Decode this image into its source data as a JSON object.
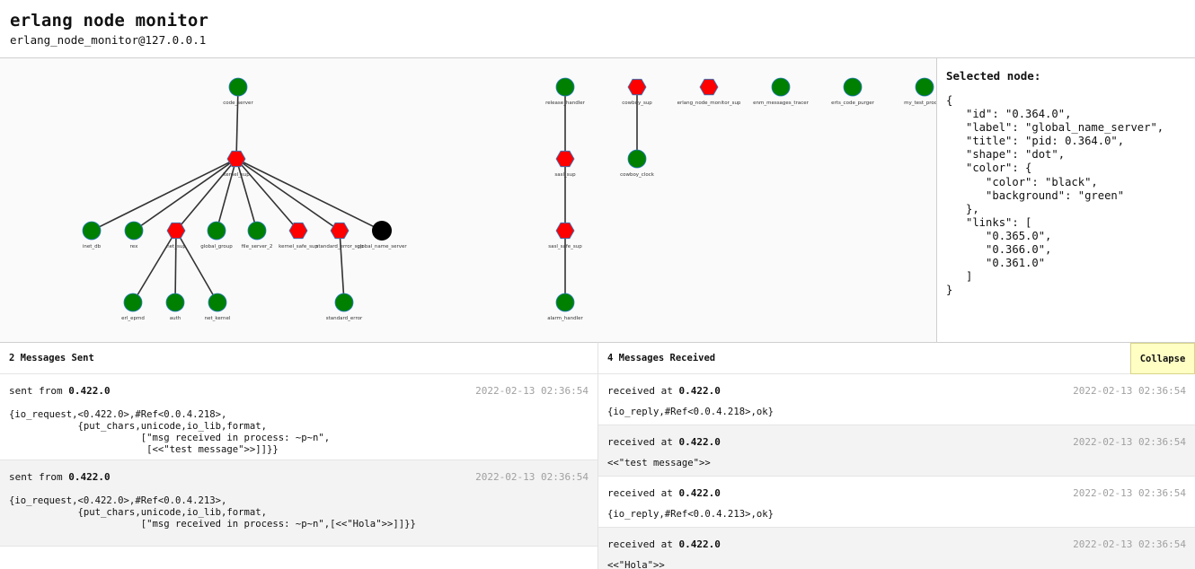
{
  "header": {
    "title": "erlang node monitor",
    "node": "erlang_node_monitor@127.0.0.1"
  },
  "colors": {
    "node_ok": "#008000",
    "node_sup": "#ff0000",
    "node_selected": "#000000",
    "edge": "#333333",
    "collapse_bg": "#ffffc4"
  },
  "graph": {
    "labels": {
      "code_server": "code_server",
      "kernel_sup": "kernel_sup",
      "inet_db": "inet_db",
      "rex": "rex",
      "net_sup": "net_sup",
      "global_group": "global_group",
      "file_server_2": "file_server_2",
      "kernel_safe_sup": "kernel_safe_sup",
      "standard_error_sup": "standard_error_sup",
      "global_name_server": "global_name_server",
      "erl_epmd": "erl_epmd",
      "auth": "auth",
      "net_kernel": "net_kernel",
      "standard_error": "standard_error",
      "release_handler": "release_handler",
      "sasl_sup": "sasl_sup",
      "sasl_safe_sup": "sasl_safe_sup",
      "alarm_handler": "alarm_handler",
      "cowboy_sup": "cowboy_sup",
      "cowboy_clock": "cowboy_clock",
      "erlang_node_monitor_sup": "erlang_node_monitor_sup",
      "enm_messages_tracer": "enm_messages_tracer",
      "erts_code_purger": "erts_code_purger",
      "my_test_process": "my_test_process"
    }
  },
  "detail": {
    "title": "Selected node:",
    "json": "{\n   \"id\": \"0.364.0\",\n   \"label\": \"global_name_server\",\n   \"title\": \"pid: 0.364.0\",\n   \"shape\": \"dot\",\n   \"color\": {\n      \"color\": \"black\",\n      \"background\": \"green\"\n   },\n   \"links\": [\n      \"0.365.0\",\n      \"0.366.0\",\n      \"0.361.0\"\n   ]\n}"
  },
  "sent": {
    "title": "2 Messages Sent",
    "messages": [
      {
        "prefix": "sent from",
        "pid": "0.422.0",
        "timestamp": "2022-02-13 02:36:54",
        "body": "{io_request,<0.422.0>,#Ref<0.0.4.218>,\n            {put_chars,unicode,io_lib,format,\n                       [\"msg received in process: ~p~n\",\n                        [<<\"test message\">>]]}}"
      },
      {
        "prefix": "sent from",
        "pid": "0.422.0",
        "timestamp": "2022-02-13 02:36:54",
        "body": "{io_request,<0.422.0>,#Ref<0.0.4.213>,\n            {put_chars,unicode,io_lib,format,\n                       [\"msg received in process: ~p~n\",[<<\"Hola\">>]]}}"
      }
    ]
  },
  "received": {
    "title": "4 Messages Received",
    "collapse_label": "Collapse",
    "messages": [
      {
        "prefix": "received at",
        "pid": "0.422.0",
        "timestamp": "2022-02-13 02:36:54",
        "body": "{io_reply,#Ref<0.0.4.218>,ok}"
      },
      {
        "prefix": "received at",
        "pid": "0.422.0",
        "timestamp": "2022-02-13 02:36:54",
        "body": "<<\"test message\">>"
      },
      {
        "prefix": "received at",
        "pid": "0.422.0",
        "timestamp": "2022-02-13 02:36:54",
        "body": "{io_reply,#Ref<0.0.4.213>,ok}"
      },
      {
        "prefix": "received at",
        "pid": "0.422.0",
        "timestamp": "2022-02-13 02:36:54",
        "body": "<<\"Hola\">>"
      }
    ]
  }
}
